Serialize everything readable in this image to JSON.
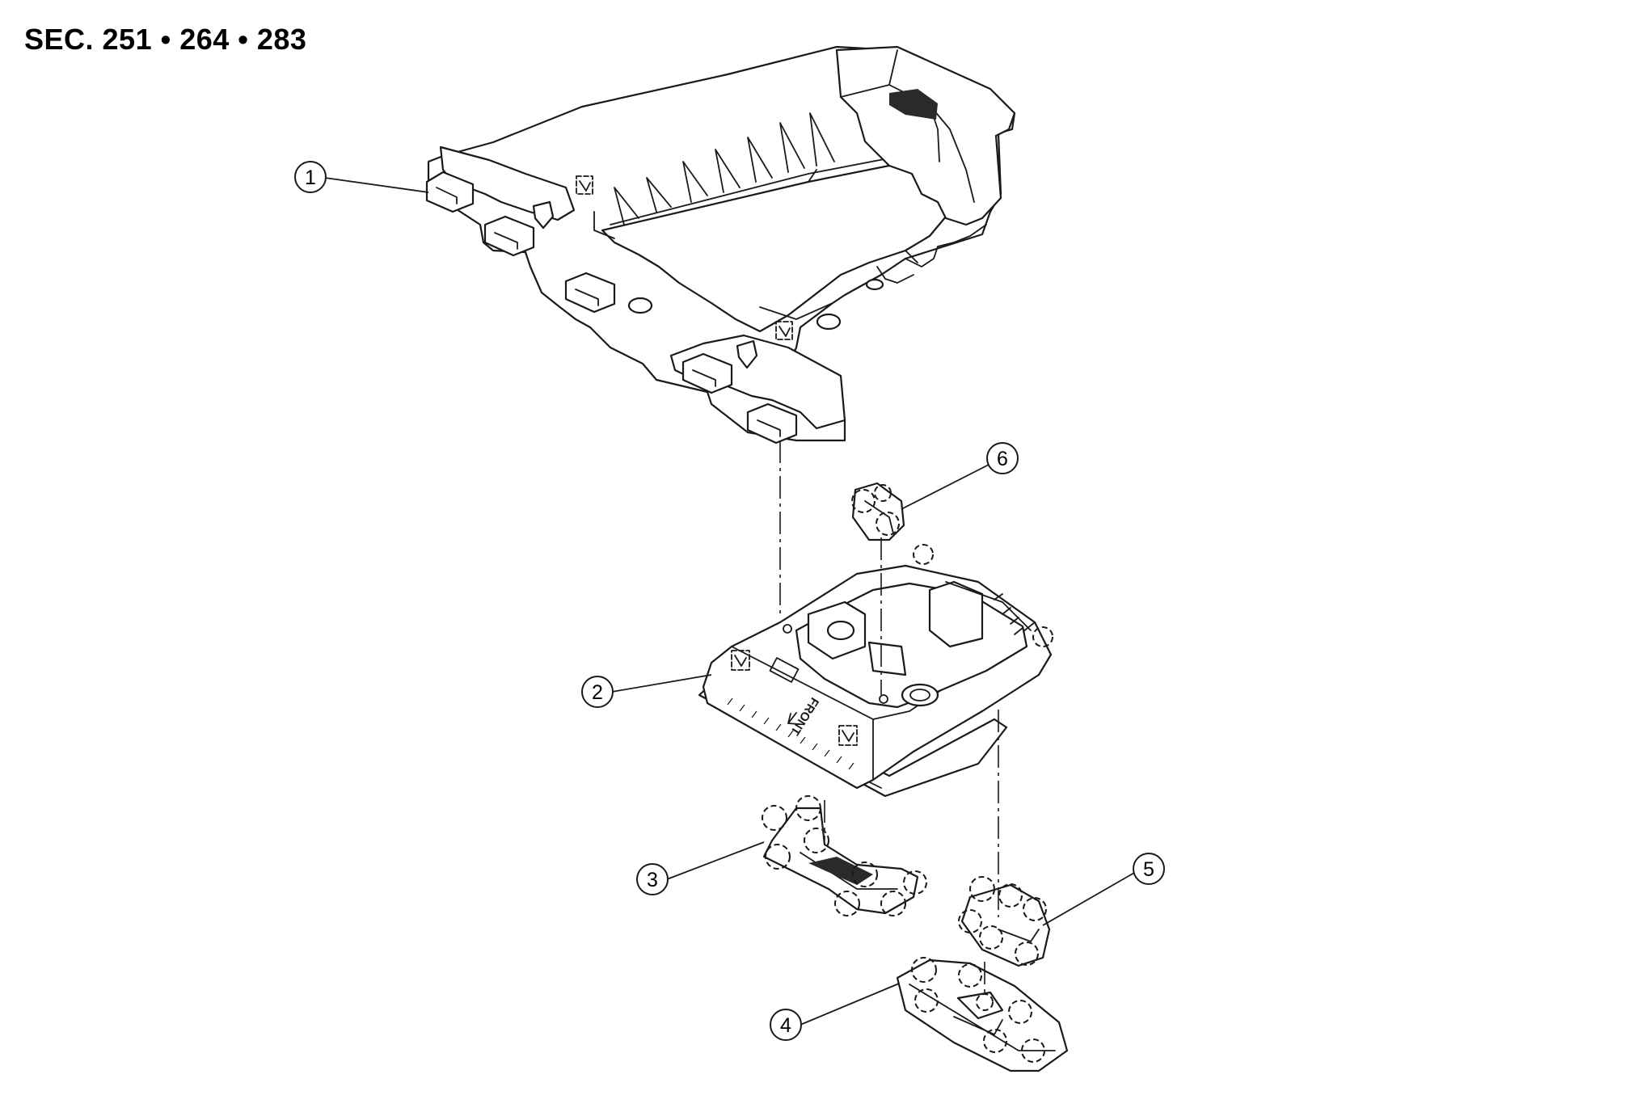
{
  "header": {
    "section_title": "SEC. 251 • 264 • 283"
  },
  "callouts": [
    {
      "id": "1"
    },
    {
      "id": "2"
    },
    {
      "id": "3"
    },
    {
      "id": "4"
    },
    {
      "id": "5"
    },
    {
      "id": "6"
    }
  ],
  "front_marking": "FRONT",
  "colors": {
    "line": "#1a1a1a",
    "background": "#ffffff"
  }
}
